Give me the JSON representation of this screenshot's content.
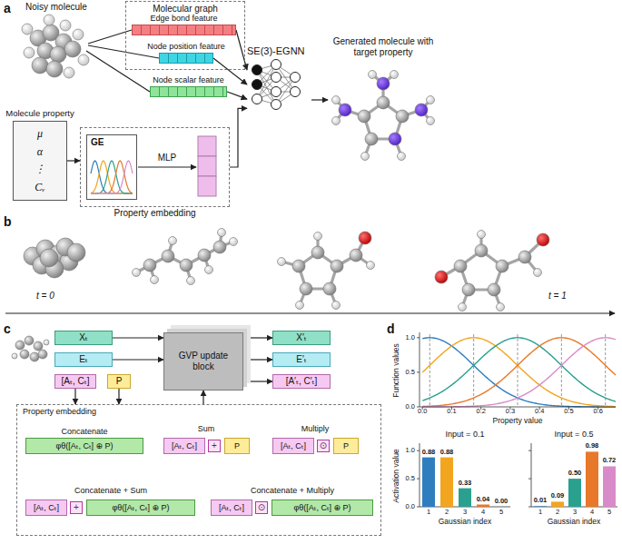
{
  "diagram": {
    "nodes": [
      {
        "text": [
          "Molecular graph"
        ]
      },
      {
        "text": [
          "Edge bond feature"
        ],
        "in": 0
      },
      {
        "text": [
          "Node position feature"
        ],
        "in": 0
      },
      {
        "text": [
          "Node scalar feature"
        ]
      },
      {
        "text": [
          "SE(3)-EGNN"
        ]
      },
      {
        "text": [
          "Molecule property",
          "μ",
          "α",
          "⋮",
          "Cᵥ"
        ]
      },
      {
        "text": [
          "Property embedding"
        ]
      },
      {
        "text": [
          "GE"
        ],
        "in": 6
      },
      {
        "text": [
          "Xₜ"
        ]
      },
      {
        "text": [
          "Eₜ"
        ]
      },
      {
        "text": [
          "[Aₜ, Cₜ]"
        ]
      },
      {
        "text": [
          "P"
        ]
      },
      {
        "text": [
          "GVP update block"
        ]
      },
      {
        "text": [
          "X′ₜ"
        ]
      },
      {
        "text": [
          "E′ₜ"
        ]
      },
      {
        "text": [
          "[A′ₜ, C′ₜ]"
        ]
      },
      {
        "text": [
          "Property embedding"
        ]
      },
      {
        "text": [
          "Concatenate",
          "φθ([Aₜ, Cₜ] ⊕ P)"
        ],
        "in": 16
      },
      {
        "text": [
          "[Aₜ, Cₜ]"
        ],
        "in": 16
      },
      {
        "text": [
          "P"
        ],
        "in": 16
      },
      {
        "text": [
          "[Aₜ, Cₜ]"
        ],
        "in": 16
      },
      {
        "text": [
          "P"
        ],
        "in": 16
      },
      {
        "text": [
          "[Aₜ, Cₜ]"
        ],
        "in": 16
      },
      {
        "text": [
          "φθ([Aₜ, Cₜ] ⊕ P)"
        ],
        "in": 16
      },
      {
        "text": [
          "[Aₜ, Cₜ]"
        ],
        "in": 16
      },
      {
        "text": [
          "φθ([Aₜ, Cₜ] ⊕ P)"
        ],
        "in": 16
      }
    ],
    "edges": [
      {
        "from": 1,
        "to": 4,
        "arrow": "to"
      },
      {
        "from": 2,
        "to": 4,
        "arrow": "to"
      },
      {
        "from": 3,
        "to": 4,
        "arrow": "to"
      },
      {
        "from": 5,
        "to": 6,
        "arrow": "to"
      },
      {
        "from": 6,
        "to": 4,
        "arrow": "to"
      },
      {
        "from": 8,
        "to": 12,
        "arrow": "to"
      },
      {
        "from": 9,
        "to": 12,
        "arrow": "to"
      },
      {
        "from": 10,
        "to": 16,
        "arrow": "to"
      },
      {
        "from": 11,
        "to": 16,
        "arrow": "to"
      },
      {
        "from": 16,
        "to": 12,
        "arrow": "to"
      },
      {
        "from": 12,
        "to": 13,
        "arrow": "to"
      },
      {
        "from": 12,
        "to": 14,
        "arrow": "to"
      },
      {
        "from": 12,
        "to": 15,
        "arrow": "to"
      }
    ],
    "labels": [
      "a",
      "Noisy molecule",
      "Generated molecule with target property",
      "MLP",
      "b",
      "t = 0",
      "t = 1",
      "c",
      "Sum",
      "+",
      "Multiply",
      "⊙",
      "Concatenate + Sum",
      "+",
      "Concatenate + Multiply",
      "⊙",
      "d",
      "1.0",
      "0.5",
      "0.0",
      "0.0",
      "0.1",
      "0.2",
      "0.3",
      "0.4",
      "0.5",
      "0.6",
      "Function values",
      "Property value",
      "Input = 0.1",
      "Input = 0.5",
      "1.0",
      "0.5",
      "0.0",
      "Activation value",
      "0.88",
      "0.88",
      "0.33",
      "0.04",
      "0.00",
      "0.01",
      "0.09",
      "0.50",
      "0.98",
      "0.72",
      "1",
      "2",
      "3",
      "4",
      "5",
      "1",
      "2",
      "3",
      "4",
      "5",
      "Gaussian index",
      "Gaussian index"
    ]
  }
}
